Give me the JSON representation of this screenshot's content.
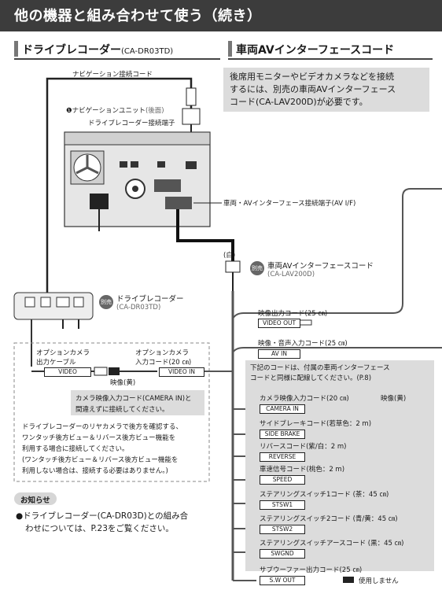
{
  "header": {
    "title": "他の機器と組み合わせて使う（続き）"
  },
  "left": {
    "heading": "ドライブレコーダー",
    "heading_model": "(CA-DR03TD)",
    "nav_cord": "ナビゲーション接続コード",
    "nav_unit_num": "❶",
    "nav_unit": "ナビゲーションユニット",
    "nav_unit_sub": "(後面)",
    "recorder_terminal": "ドライブレコーダー接続端子",
    "recorder_badge": "別売",
    "recorder_name": "ドライブレコーダー",
    "recorder_model": "(CA-DR03TD)",
    "opt_cam_out_line1": "オプションカメラ",
    "opt_cam_out_line2": "出力ケーブル",
    "opt_cam_in_line1": "オプションカメラ",
    "opt_cam_in_line2": "入力コード(20 ㎝)",
    "video_label": "VIDEO",
    "video_in_label": "VIDEO IN",
    "video_color": "映像(黄)",
    "warn_line1": "カメラ映像入力コード(CAMERA IN)と",
    "warn_line2": "間違えずに接続してください。",
    "note_lines": [
      "ドライブレコーダーのリヤカメラで後方を確認する、",
      "ワンタッチ後方ビュー＆リバース後方ビュー機能を",
      "利用する場合に接続してください。",
      "(ワンタッチ後方ビュー＆リバース後方ビュー機能を",
      "利用しない場合は、接続する必要はありません。)"
    ],
    "notice_title": "お知らせ",
    "notice_lines": [
      "●ドライブレコーダー(CA-DR03D)との組み合",
      "わせについては、P.23をご覧ください。"
    ]
  },
  "right": {
    "heading": "車両AVインターフェースコード",
    "intro_lines": [
      "後席用モニターやビデオカメラなどを接続",
      "するには、別売の車両AVインターフェース",
      "コード(CA-LAV200D)が必要です。"
    ],
    "av_if_terminal": "車両・AVインターフェース接続端子(AV I/F)",
    "white": "(白)",
    "cord_badge": "別売",
    "cord_name": "車両AVインターフェースコード",
    "cord_model": "(CA-LAV200D)",
    "video_out_title": "映像出力コード(25 ㎝)",
    "video_out_label": "VIDEO OUT",
    "av_in_title": "映像・音声入力コード(25 ㎝)",
    "av_in_label": "AV IN",
    "box_line1": "下記のコードは、付属の車両インターフェース",
    "box_line2": "コードと同様に配線してください。(P.8)",
    "cords": [
      {
        "title": "カメラ映像入力コード(20 ㎝)",
        "label": "CAMERA IN",
        "note": "映像(黄)"
      },
      {
        "title": "サイドブレーキコード(若草色：2 m)",
        "label": "SIDE BRAKE",
        "note": ""
      },
      {
        "title": "リバースコード(紫/白：2 m)",
        "label": "REVERSE",
        "note": ""
      },
      {
        "title": "車速信号コード(桃色：2 m)",
        "label": "SPEED",
        "note": ""
      },
      {
        "title": "ステアリングスイッチ1コード (茶：45 ㎝)",
        "label": "STSW1",
        "note": ""
      },
      {
        "title": "ステアリングスイッチ2コード (青/黄：45 ㎝)",
        "label": "STSW2",
        "note": ""
      },
      {
        "title": "ステアリングスイッチアースコード (黒：45 ㎝)",
        "label": "SWGND",
        "note": ""
      }
    ],
    "sw_title": "サブウーファー出力コード(25 ㎝)",
    "sw_label": "S.W OUT",
    "sw_note": "使用しません"
  }
}
